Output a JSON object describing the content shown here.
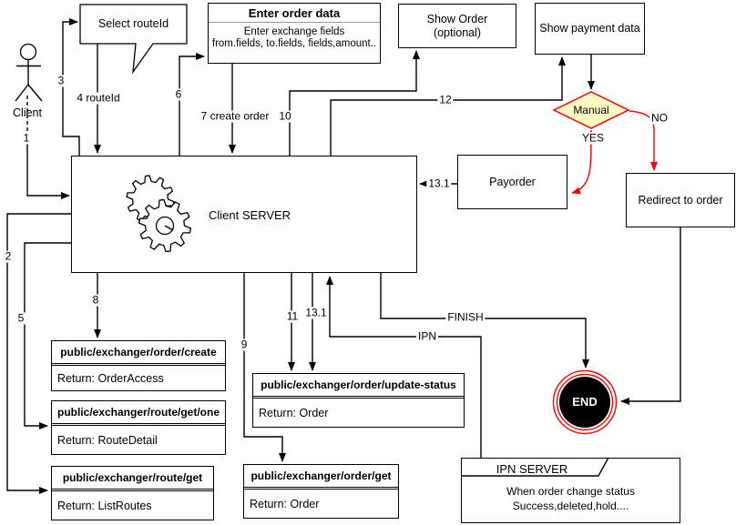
{
  "colors": {
    "line": "#000000",
    "red": "#FF0000",
    "diamond_fill": "#FFF9C4",
    "end_fill": "#000000",
    "divider_gray": "#999999"
  },
  "actor": {
    "label": "Client"
  },
  "nodes": {
    "select_route": {
      "label": "Select routeId"
    },
    "enter_order": {
      "title": "Enter order data",
      "line1": "Enter exchange fields",
      "line2": "from.fields, to.fields, fields,amount.."
    },
    "show_order": {
      "line1": "Show Order",
      "line2": "(optional)"
    },
    "show_payment": {
      "label": "Show payment data"
    },
    "manual": {
      "label": "Manual"
    },
    "payorder": {
      "label": "Payorder"
    },
    "redirect": {
      "label": "Redirect to order"
    },
    "client_server": {
      "label": "Client SERVER"
    },
    "api_order_create": {
      "title": "public/exchanger/order/create",
      "body": "Return: OrderAccess"
    },
    "api_route_get_one": {
      "title": "public/exchanger/route/get/one",
      "body": "Return: RouteDetail"
    },
    "api_route_get": {
      "title": "public/exchanger/route/get",
      "body": "Return: ListRoutes"
    },
    "api_update_status": {
      "title": "public/exchanger/order/update-status",
      "body": "Return: Order"
    },
    "api_order_get": {
      "title": "public/exchanger/order/get",
      "body": "Return: Order"
    },
    "end": {
      "label": "END"
    },
    "ipn_server": {
      "title": "IPN SERVER",
      "line1": "When order change status",
      "line2": "Success,deleted,hold...."
    }
  },
  "edge_labels": {
    "e1": "1",
    "e2": "2",
    "e3": "3",
    "e4": "4 routeId",
    "e5": "5",
    "e6": "6",
    "e7": "7 create order",
    "e8": "8",
    "e9": "9",
    "e10": "10",
    "e11": "11",
    "e12": "12",
    "e13_to_server": "13.1",
    "e13_to_api": "13.1",
    "finish": "FINISH",
    "ipn": "IPN",
    "yes": "YES",
    "no": "NO"
  }
}
